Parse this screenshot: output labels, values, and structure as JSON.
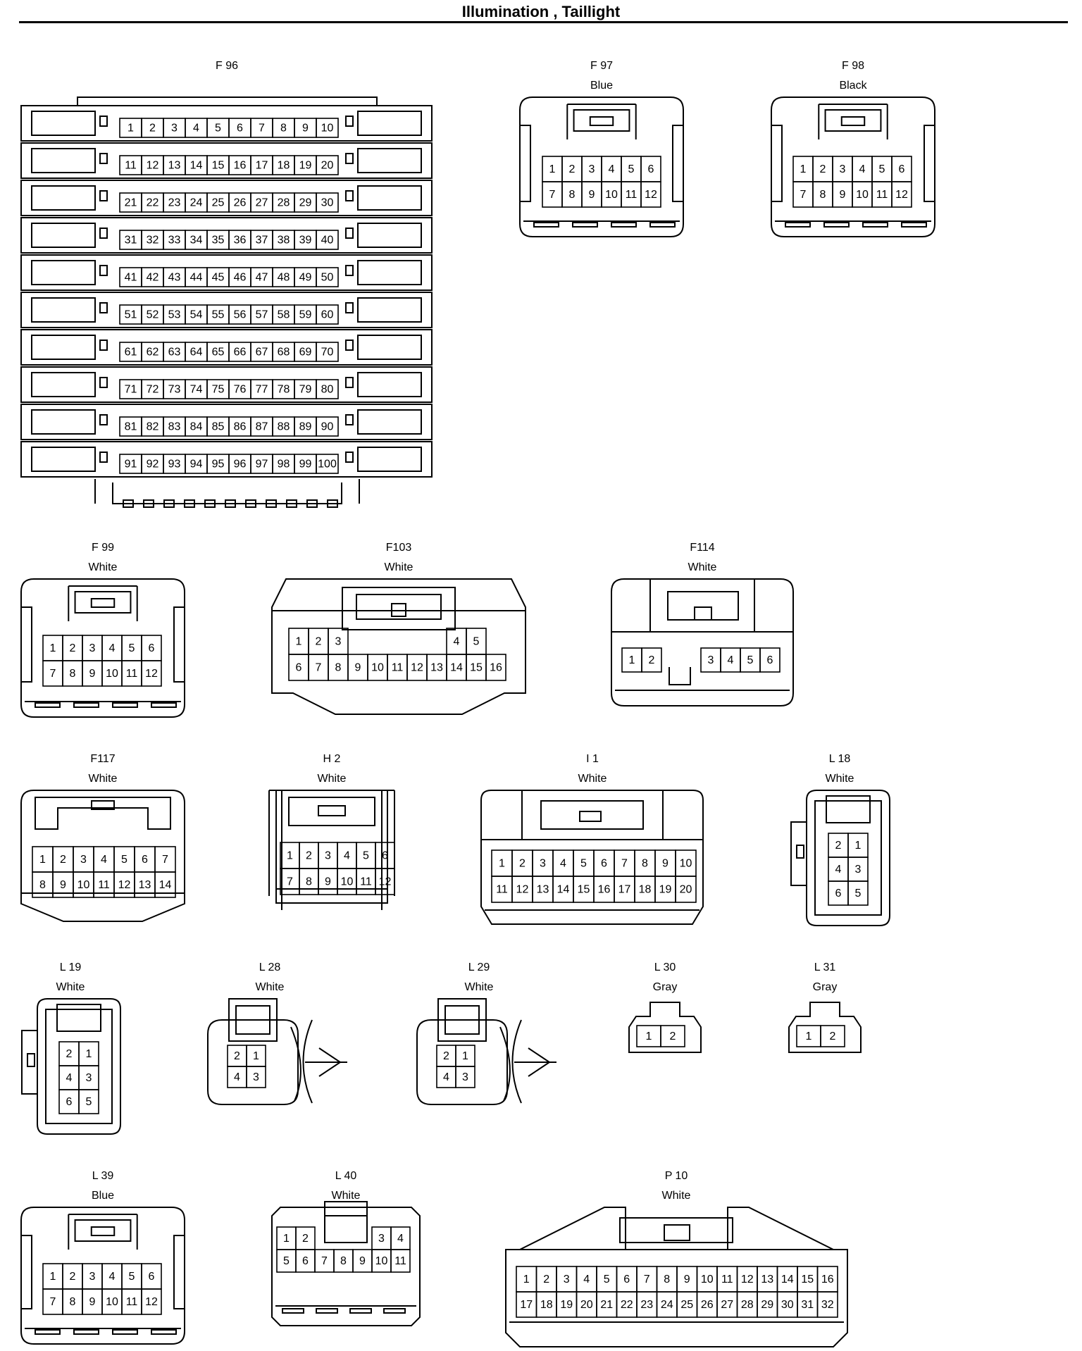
{
  "title": "Illumination , Taillight",
  "connectors": [
    {
      "id": "F96",
      "name": "F 96",
      "color": "",
      "rows": [
        [
          1,
          2,
          3,
          4,
          5,
          6,
          7,
          8,
          9,
          10
        ],
        [
          11,
          12,
          13,
          14,
          15,
          16,
          17,
          18,
          19,
          20
        ],
        [
          21,
          22,
          23,
          24,
          25,
          26,
          27,
          28,
          29,
          30
        ],
        [
          31,
          32,
          33,
          34,
          35,
          36,
          37,
          38,
          39,
          40
        ],
        [
          41,
          42,
          43,
          44,
          45,
          46,
          47,
          48,
          49,
          50
        ],
        [
          51,
          52,
          53,
          54,
          55,
          56,
          57,
          58,
          59,
          60
        ],
        [
          61,
          62,
          63,
          64,
          65,
          66,
          67,
          68,
          69,
          70
        ],
        [
          71,
          72,
          73,
          74,
          75,
          76,
          77,
          78,
          79,
          80
        ],
        [
          81,
          82,
          83,
          84,
          85,
          86,
          87,
          88,
          89,
          90
        ],
        [
          91,
          92,
          93,
          94,
          95,
          96,
          97,
          98,
          99,
          100
        ]
      ]
    },
    {
      "id": "F97",
      "name": "F 97",
      "color": "Blue",
      "rows": [
        [
          1,
          2,
          3,
          4,
          5,
          6
        ],
        [
          7,
          8,
          9,
          10,
          11,
          12
        ]
      ]
    },
    {
      "id": "F98",
      "name": "F 98",
      "color": "Black",
      "rows": [
        [
          1,
          2,
          3,
          4,
          5,
          6
        ],
        [
          7,
          8,
          9,
          10,
          11,
          12
        ]
      ]
    },
    {
      "id": "F99",
      "name": "F 99",
      "color": "White",
      "rows": [
        [
          1,
          2,
          3,
          4,
          5,
          6
        ],
        [
          7,
          8,
          9,
          10,
          11,
          12
        ]
      ]
    },
    {
      "id": "F103",
      "name": "F103",
      "color": "White",
      "rows": [
        [
          1,
          2,
          3,
          "",
          "",
          "",
          "",
          "",
          4,
          5
        ],
        [
          6,
          7,
          8,
          9,
          10,
          11,
          12,
          13,
          14,
          15,
          16
        ]
      ]
    },
    {
      "id": "F114",
      "name": "F114",
      "color": "White",
      "rows": [
        [
          1,
          2,
          "",
          "",
          3,
          4,
          5,
          6
        ]
      ]
    },
    {
      "id": "F117",
      "name": "F117",
      "color": "White",
      "rows": [
        [
          1,
          2,
          3,
          4,
          5,
          6,
          7
        ],
        [
          8,
          9,
          10,
          11,
          12,
          13,
          14
        ]
      ]
    },
    {
      "id": "H2",
      "name": "H 2",
      "color": "White",
      "rows": [
        [
          1,
          2,
          3,
          4,
          5,
          6
        ],
        [
          7,
          8,
          9,
          10,
          11,
          12
        ]
      ]
    },
    {
      "id": "I1",
      "name": "I 1",
      "color": "White",
      "rows": [
        [
          1,
          2,
          3,
          4,
          5,
          6,
          7,
          8,
          9,
          10
        ],
        [
          11,
          12,
          13,
          14,
          15,
          16,
          17,
          18,
          19,
          20
        ]
      ]
    },
    {
      "id": "L18",
      "name": "L 18",
      "color": "White",
      "rows": [
        [
          2,
          1
        ],
        [
          4,
          3
        ],
        [
          6,
          5
        ]
      ]
    },
    {
      "id": "L19",
      "name": "L 19",
      "color": "White",
      "rows": [
        [
          2,
          1
        ],
        [
          4,
          3
        ],
        [
          6,
          5
        ]
      ]
    },
    {
      "id": "L28",
      "name": "L 28",
      "color": "White",
      "rows": [
        [
          2,
          1
        ],
        [
          4,
          3
        ]
      ]
    },
    {
      "id": "L29",
      "name": "L 29",
      "color": "White",
      "rows": [
        [
          2,
          1
        ],
        [
          4,
          3
        ]
      ]
    },
    {
      "id": "L30",
      "name": "L 30",
      "color": "Gray",
      "rows": [
        [
          1,
          2
        ]
      ]
    },
    {
      "id": "L31",
      "name": "L 31",
      "color": "Gray",
      "rows": [
        [
          1,
          2
        ]
      ]
    },
    {
      "id": "L39",
      "name": "L 39",
      "color": "Blue",
      "rows": [
        [
          1,
          2,
          3,
          4,
          5,
          6
        ],
        [
          7,
          8,
          9,
          10,
          11,
          12
        ]
      ]
    },
    {
      "id": "L40",
      "name": "L 40",
      "color": "White",
      "rows": [
        [
          1,
          2,
          "",
          "",
          "",
          3,
          4
        ],
        [
          5,
          6,
          7,
          8,
          9,
          10,
          11
        ]
      ]
    },
    {
      "id": "P10",
      "name": "P 10",
      "color": "White",
      "rows": [
        [
          1,
          2,
          3,
          4,
          5,
          6,
          7,
          8,
          9,
          10,
          11,
          12,
          13,
          14,
          15,
          16
        ],
        [
          17,
          18,
          19,
          20,
          21,
          22,
          23,
          24,
          25,
          26,
          27,
          28,
          29,
          30,
          31,
          32
        ]
      ]
    }
  ]
}
